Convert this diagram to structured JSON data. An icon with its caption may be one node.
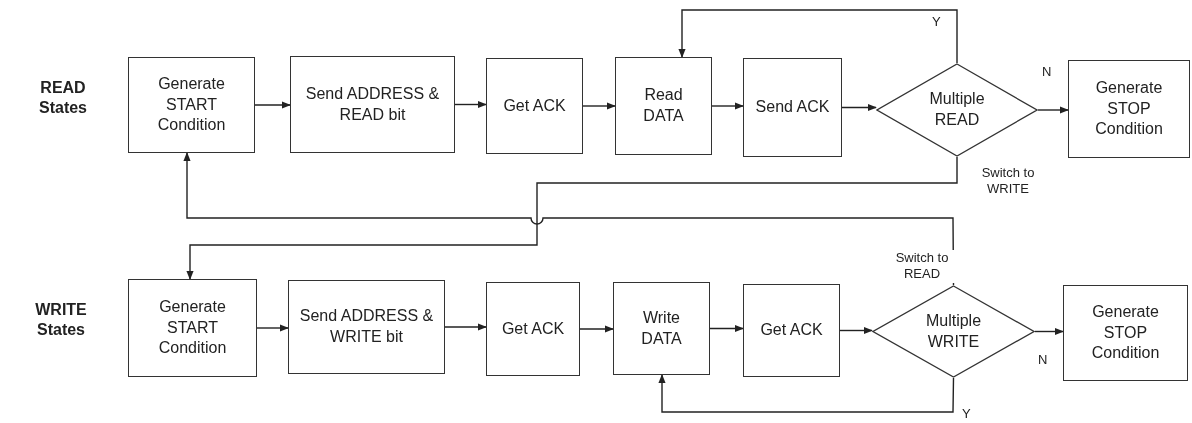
{
  "diagram": {
    "nodes": [
      {
        "text": [
          "Generate START Condition"
        ]
      },
      {
        "text": [
          "Send ADDRESS & READ bit"
        ]
      },
      {
        "text": [
          "Get ACK"
        ]
      },
      {
        "text": [
          "Read DATA"
        ]
      },
      {
        "text": [
          "Send ACK"
        ]
      },
      {
        "text": [
          "Multiple READ"
        ]
      },
      {
        "text": [
          "Generate STOP Condition"
        ]
      },
      {
        "text": [
          "Generate START Condition"
        ]
      },
      {
        "text": [
          "Send ADDRESS & WRITE bit"
        ]
      },
      {
        "text": [
          "Get ACK"
        ]
      },
      {
        "text": [
          "Write DATA"
        ]
      },
      {
        "text": [
          "Get ACK"
        ]
      },
      {
        "text": [
          "Multiple WRITE"
        ]
      },
      {
        "text": [
          "Generate STOP Condition"
        ]
      }
    ],
    "edges": [
      {
        "from": 0,
        "to": 1,
        "arrow": "to"
      },
      {
        "from": 1,
        "to": 2,
        "arrow": "to"
      },
      {
        "from": 2,
        "to": 3,
        "arrow": "to"
      },
      {
        "from": 3,
        "to": 4,
        "arrow": "to"
      },
      {
        "from": 4,
        "to": 5,
        "arrow": "to"
      },
      {
        "from": 5,
        "to": 3,
        "arrow": "to",
        "label": "Y"
      },
      {
        "from": 5,
        "to": 6,
        "arrow": "to",
        "label": "N"
      },
      {
        "from": 5,
        "to": 7,
        "arrow": "to",
        "label": "Switch to WRITE"
      },
      {
        "from": 7,
        "to": 8,
        "arrow": "to"
      },
      {
        "from": 8,
        "to": 9,
        "arrow": "to"
      },
      {
        "from": 9,
        "to": 10,
        "arrow": "to"
      },
      {
        "from": 10,
        "to": 11,
        "arrow": "to"
      },
      {
        "from": 11,
        "to": 12,
        "arrow": "to"
      },
      {
        "from": 12,
        "to": 0,
        "arrow": "to",
        "label": "Switch to READ"
      },
      {
        "from": 12,
        "to": 13,
        "arrow": "to",
        "label": "N"
      },
      {
        "from": 12,
        "to": 10,
        "arrow": "to",
        "label": "Y"
      }
    ],
    "labels": [
      "READ States",
      "WRITE States"
    ]
  }
}
